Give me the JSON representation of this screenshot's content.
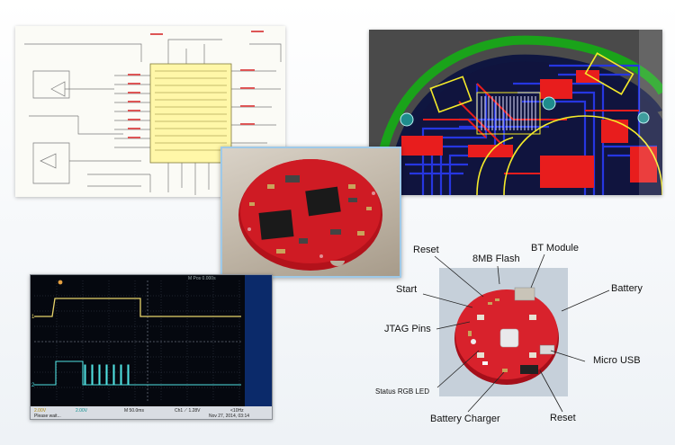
{
  "scope_status": {
    "ch1": "2.00V",
    "ch2": "2.00V",
    "timebase": "M 50.0ms",
    "trigger": "Ch1 ⟋ 1.28V",
    "freq": "<10Hz",
    "message": "Please wait...",
    "date": "Nov 27, 2014, 03:14",
    "header": "M Pos 0.000s"
  },
  "annotations": {
    "reset_top": "Reset",
    "flash": "8MB Flash",
    "bt_module": "BT Module",
    "start": "Start",
    "battery": "Battery",
    "jtag": "JTAG Pins",
    "micro_usb": "Micro USB",
    "status_led": "Status RGB LED",
    "battery_charger": "Battery Charger",
    "reset_bottom": "Reset"
  },
  "colors": {
    "pcb_red": "#e81d1d",
    "pcb_blue": "#1f2fd8",
    "pcb_yellow": "#f4ea2a",
    "pcb_green": "#1aa31a",
    "scope_yellow": "#e6d36a",
    "scope_cyan": "#4fe0e0"
  }
}
